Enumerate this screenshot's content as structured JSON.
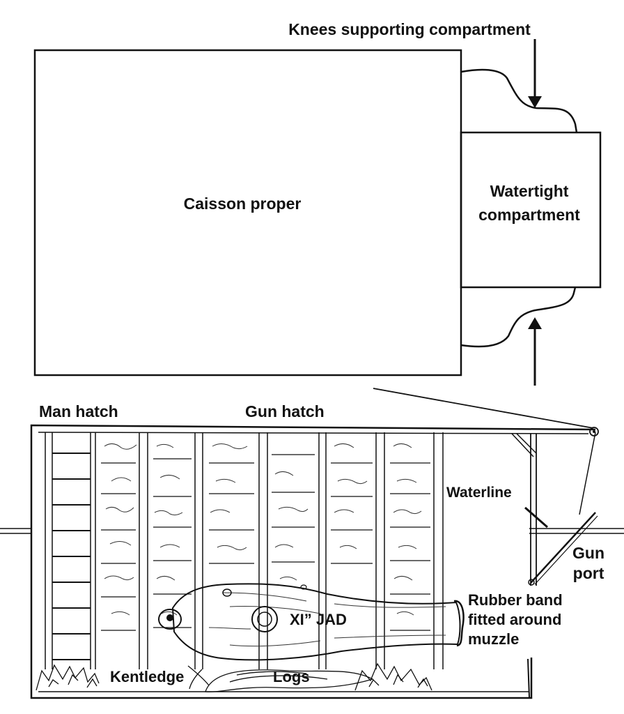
{
  "labels": {
    "knees": "Knees supporting compartment",
    "caisson": "Caisson proper",
    "watertight_line1": "Watertight",
    "watertight_line2": "compartment",
    "man_hatch": "Man hatch",
    "gun_hatch": "Gun hatch",
    "waterline": "Waterline",
    "gun_port_line1": "Gun",
    "gun_port_line2": "port",
    "rubber_line1": "Rubber band",
    "rubber_line2": "fitted around",
    "rubber_line3": "muzzle",
    "gun_name": "XI” JAD",
    "kentledge": "Kentledge",
    "logs": "Logs"
  },
  "colors": {
    "ink": "#111111",
    "paper": "#ffffff"
  }
}
